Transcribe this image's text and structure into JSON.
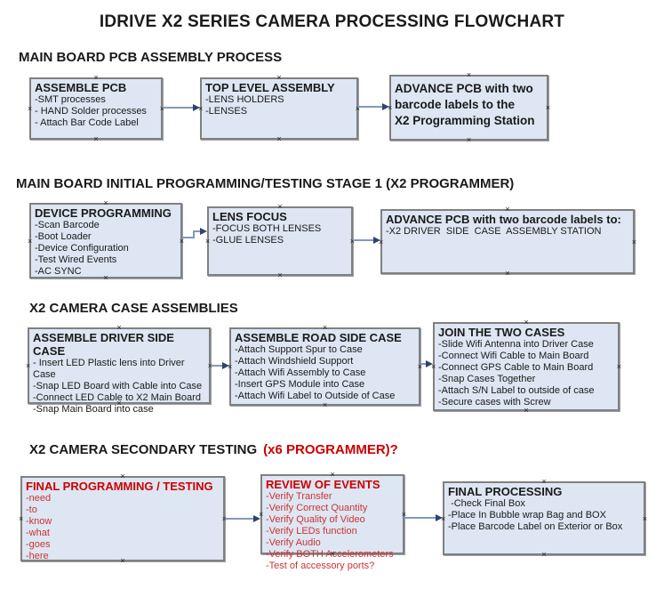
{
  "title": "IDRIVE X2  SERIES CAMERA PROCESSING FLOWCHART",
  "colors": {
    "box_fill": "#dde6f2",
    "box_border": "#808080",
    "arrow_line": "#8398bd",
    "arrow_head": "#2e4370",
    "red_title": "#cc0000",
    "red_item": "#cc3333"
  },
  "icons": {
    "connection_handle": "×"
  },
  "sections": [
    {
      "heading": "MAIN BOARD PCB ASSEMBLY PROCESS",
      "boxes": [
        {
          "title": "ASSEMBLE PCB",
          "items": [
            "-SMT processes",
            "- HAND Solder processes",
            "- Attach Bar Code Label"
          ]
        },
        {
          "title": "TOP LEVEL ASSEMBLY",
          "items": [
            "-LENS HOLDERS",
            "-LENSES"
          ]
        },
        {
          "title": "ADVANCE PCB with two\nbarcode labels to the\n X2 Programming Station",
          "items": []
        }
      ]
    },
    {
      "heading": "MAIN BOARD INITIAL PROGRAMMING/TESTING STAGE 1 (X2 PROGRAMMER)",
      "boxes": [
        {
          "title": "DEVICE PROGRAMMING",
          "items": [
            "-Scan Barcode",
            "-Boot Loader",
            "-Device Configuration",
            "-Test Wired Events",
            "-AC SYNC"
          ]
        },
        {
          "title": "LENS FOCUS",
          "items": [
            "-FOCUS BOTH LENSES",
            "-GLUE LENSES"
          ]
        },
        {
          "title": "ADVANCE PCB with two barcode labels to:",
          "items": [
            "-X2 DRIVER  SIDE  CASE  ASSEMBLY STATION"
          ]
        }
      ]
    },
    {
      "heading": "X2 CAMERA CASE ASSEMBLIES",
      "boxes": [
        {
          "title": "ASSEMBLE DRIVER SIDE CASE",
          "items": [
            "- Insert LED Plastic lens into Driver Case",
            "-Snap LED Board with Cable into Case",
            "-Connect LED Cable to X2 Main Board",
            "-Snap Main Board into case"
          ]
        },
        {
          "title": "ASSEMBLE ROAD SIDE CASE",
          "items": [
            "-Attach Support Spur to Case",
            "-Attach Windshield Support",
            "-Attach Wifi Assembly to Case",
            "-Insert GPS Module into Case",
            "-Attach Wifi Label to Outside of Case"
          ]
        },
        {
          "title": "JOIN THE TWO CASES",
          "items": [
            "-Slide Wifi Antenna into Driver Case",
            "-Connect Wifi Cable to Main Board",
            "-Connect GPS Cable to Main Board",
            "-Snap Cases Together",
            "-Attach S/N Label to outside of case",
            "-Secure cases with Screw"
          ]
        }
      ]
    },
    {
      "heading": "X2 CAMERA SECONDARY TESTING",
      "heading_red": "(x6 PROGRAMMER)?",
      "boxes": [
        {
          "title": "FINAL PROGRAMMING / TESTING",
          "items": [
            "-need",
            "-to",
            "-know",
            "-what",
            "-goes",
            "-here"
          ]
        },
        {
          "title": "REVIEW OF EVENTS",
          "items": [
            "-Verify Transfer",
            "-Verify Correct Quantity",
            "-Verify Quality of Video",
            "-Verify LEDs function",
            "-Verify Audio",
            "-Verify BOTH Accelerometers",
            "-Test of accessory ports?"
          ]
        },
        {
          "title": "FINAL PROCESSING",
          "items": [
            " -Check Final Box",
            "-Place In Bubble wrap Bag and BOX",
            "-Place Barcode Label on Exterior or Box"
          ]
        }
      ]
    }
  ]
}
